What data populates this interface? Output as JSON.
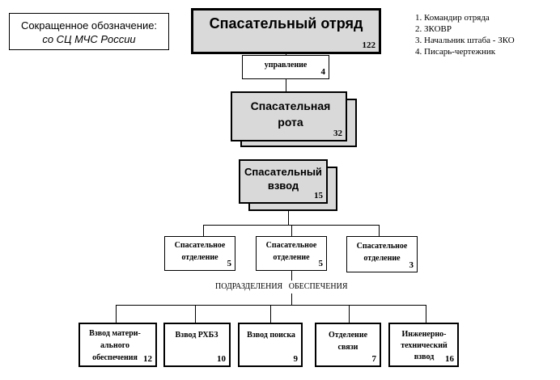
{
  "abbrev": {
    "label": "Сокращенное обозначение:",
    "value": "со СЦ МЧС России"
  },
  "root": {
    "title": "Спасательный отряд",
    "count": "122"
  },
  "management": {
    "title": "управление",
    "count": "4"
  },
  "company": {
    "title": "Спасательная рота",
    "count": "32"
  },
  "platoon": {
    "title": "Спасательный взвод",
    "count": "15"
  },
  "squads": [
    {
      "title": "Спасательное отделение",
      "count": "5"
    },
    {
      "title": "Спасательное отделение",
      "count": "5"
    },
    {
      "title": "Спасательное отделение",
      "count": "3"
    }
  ],
  "support_label": "ПОДРАЗДЕЛЕНИЯ   ОБЕСПЕЧЕНИЯ",
  "support_units": [
    {
      "title": "Взвод матери-ального обеспечения",
      "count": "12"
    },
    {
      "title": "Взвод РХБЗ",
      "count": "10"
    },
    {
      "title": "Взвод поиска",
      "count": "9"
    },
    {
      "title": "Отделение связи",
      "count": "7"
    },
    {
      "title": "Инженерно-технический взвод",
      "count": "16"
    }
  ],
  "staff_list": [
    "1. Командир отряда",
    "2. ЗКОВР",
    "3. Начальник штаба - ЗКО",
    "4. Писарь-чертежник"
  ]
}
